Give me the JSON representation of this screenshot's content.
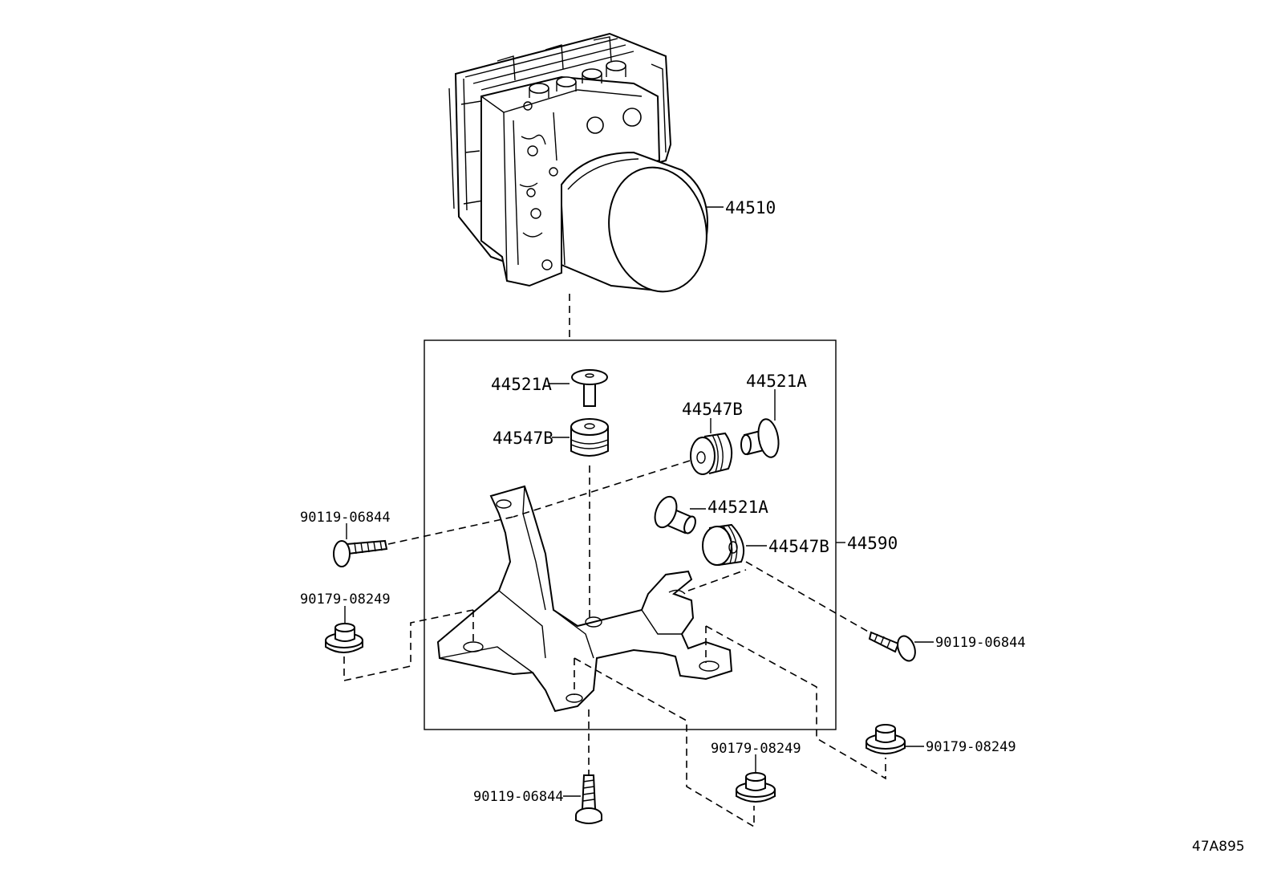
{
  "diagram": {
    "drawing_ref": "47A895",
    "parts": {
      "actuator": "44510",
      "bracket_assy": "44590",
      "cushion_top": "44547B",
      "cushion_right": "44547B",
      "cushion_lower": "44547B",
      "collar_top": "44521A",
      "collar_right": "44521A",
      "collar_lower": "44521A",
      "bolt_left": "90119-06844",
      "bolt_right": "90119-06844",
      "bolt_bottom": "90119-06844",
      "nut_left": "90179-08249",
      "nut_bottom": "90179-08249",
      "nut_right": "90179-08249"
    }
  }
}
